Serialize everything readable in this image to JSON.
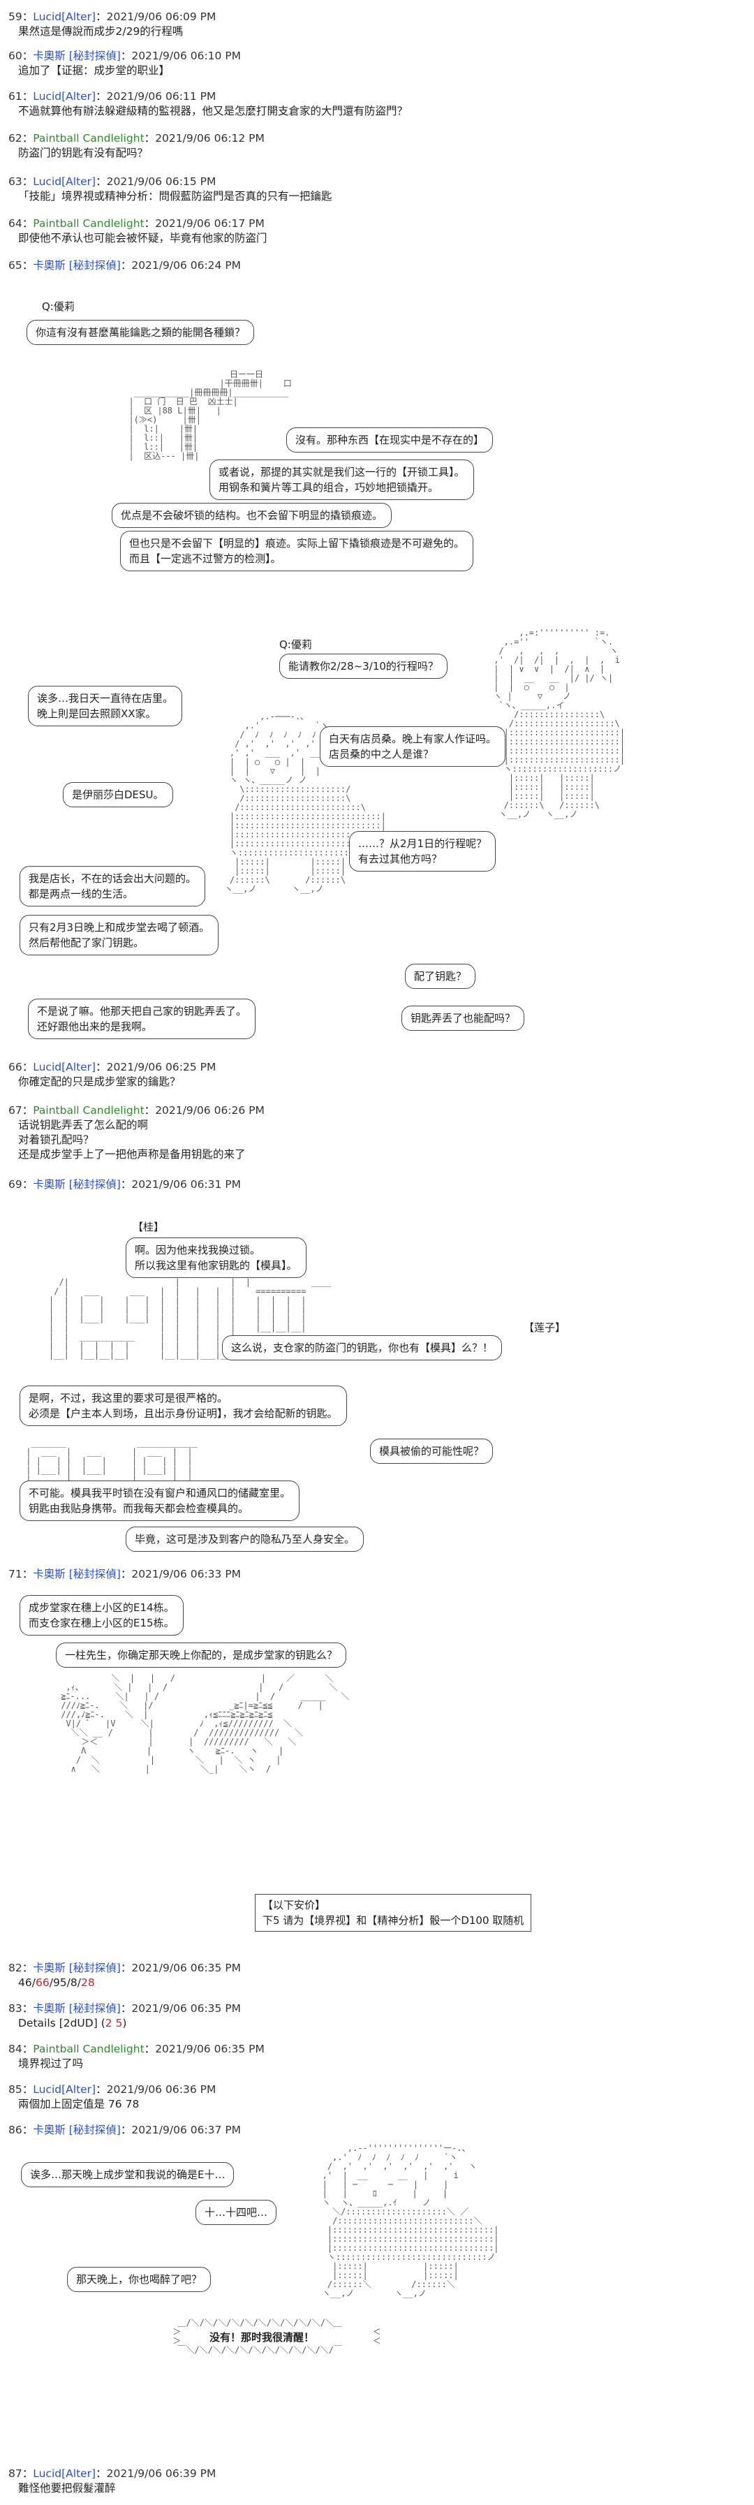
{
  "posts": [
    {
      "num": "59",
      "name": "Lucid",
      "trip": "[Alter]",
      "title": "",
      "date": "2021/9/06 06:09 PM",
      "lines": [
        "果然這是傳說而成步2/29的行程嗎"
      ],
      "color": "blue"
    },
    {
      "num": "60",
      "name": "卡奧斯",
      "trip": "[秘封探偵]",
      "title": "",
      "date": "2021/9/06 06:10 PM",
      "lines": [
        "追加了【证据：成步堂的职业】"
      ],
      "color": "blue"
    },
    {
      "num": "61",
      "name": "Lucid",
      "trip": "[Alter]",
      "title": "",
      "date": "2021/9/06 06:11 PM",
      "lines": [
        "不過就算他有辦法躲避級精的監視器，他又是怎麼打開支倉家的大門還有防盜門？"
      ],
      "color": "blue"
    },
    {
      "num": "62",
      "name": "Paintball Candlelight",
      "trip": "",
      "title": "",
      "date": "2021/9/06 06:12 PM",
      "lines": [
        "防盗门的钥匙有没有配吗？"
      ],
      "color": "green"
    },
    {
      "num": "63",
      "name": "Lucid",
      "trip": "[Alter]",
      "title": "",
      "date": "2021/9/06 06:15 PM",
      "lines": [
        "「技能」境界視或精神分析：問假藍防盜門是否真的只有一把鑰匙"
      ],
      "color": "blue"
    },
    {
      "num": "64",
      "name": "Paintball Candlelight",
      "trip": "",
      "title": "",
      "date": "2021/9/06 06:17 PM",
      "lines": [
        "即使他不承认也可能会被怀疑，毕竟有他家的防盗门"
      ],
      "color": "green"
    },
    {
      "num": "65",
      "name": "卡奧斯",
      "trip": "[秘封探偵]",
      "title": "",
      "date": "2021/9/06 06:24 PM",
      "lines": [],
      "color": "blue"
    },
    {
      "num": "66",
      "name": "Lucid",
      "trip": "[Alter]",
      "title": "",
      "date": "2021/9/06 06:25 PM",
      "lines": [
        "你確定配的只是成步堂家的鑰匙？"
      ],
      "color": "blue"
    },
    {
      "num": "67",
      "name": "Paintball Candlelight",
      "trip": "",
      "title": "",
      "date": "2021/9/06 06:26 PM",
      "lines": [
        "话说钥匙弄丢了怎么配的啊",
        "对着锁孔配吗？",
        "还是成步堂手上了一把他声称是备用钥匙的来了"
      ],
      "color": "green"
    },
    {
      "num": "69",
      "name": "卡奧斯",
      "trip": "[秘封探偵]",
      "title": "",
      "date": "2021/9/06 06:31 PM",
      "lines": [],
      "color": "blue"
    },
    {
      "num": "71",
      "name": "卡奧斯",
      "trip": "[秘封探偵]",
      "title": "",
      "date": "2021/9/06 06:33 PM",
      "lines": [],
      "color": "blue"
    },
    {
      "num": "82",
      "name": "卡奧斯",
      "trip": "[秘封探偵]",
      "title": "",
      "date": "2021/9/06 06:35 PM",
      "lines": [],
      "color": "blue"
    },
    {
      "num": "83",
      "name": "卡奧斯",
      "trip": "[秘封探偵]",
      "title": "",
      "date": "2021/9/06 06:35 PM",
      "lines": [],
      "color": "blue"
    },
    {
      "num": "84",
      "name": "Paintball Candlelight",
      "trip": "",
      "title": "",
      "date": "2021/9/06 06:35 PM",
      "lines": [
        "境界视过了吗"
      ],
      "color": "green"
    },
    {
      "num": "85",
      "name": "Lucid",
      "trip": "[Alter]",
      "title": "",
      "date": "2021/9/06 06:36 PM",
      "lines": [
        "兩個加上固定值是 76 78"
      ],
      "color": "blue"
    },
    {
      "num": "86",
      "name": "卡奧斯",
      "trip": "[秘封探偵]",
      "title": "",
      "date": "2021/9/06 06:37 PM",
      "lines": [],
      "color": "blue"
    },
    {
      "num": "87",
      "name": "Lucid",
      "trip": "[Alter]",
      "title": "",
      "date": "2021/9/06 06:39 PM",
      "lines": [
        "難怪他要把假髮灌醉"
      ],
      "color": "blue"
    }
  ],
  "dice_82": {
    "a": "46",
    "b": "66",
    "c": "95",
    "d": "8",
    "e": "28"
  },
  "dice_83": {
    "label": "Details",
    "dice": "[2dUD]",
    "result": "2 5"
  },
  "scene65": {
    "q1": "Q:優莉",
    "b1": "你這有沒有甚麼萬能鑰匙之類的能開各種鎖？",
    "b2a": "沒有。那种东西【在现实中是不存在的】",
    "b2b": "或者说，那提的其实就是我们这一行的【开锁工具】。",
    "b2c": "用钢条和簧片等工具的组合，巧妙地把锁撬开。",
    "b3": "优点是不会破坏锁的结构。也不会留下明显的撬锁痕迹。",
    "b4a": "但也只是不会留下【明显的】痕迹。实际上留下撬锁痕迹是不可避免的。",
    "b4b": "而且【一定逃不过警方的检测】。",
    "q2": "Q:優莉",
    "b5": "能请教你2/28~3/10的行程吗？",
    "b6a": "诶多…我日天一直待在店里。",
    "b6b": "晚上則是回去照顾XX家。",
    "b7a": "白天有店员桑。晚上有家人作证吗。",
    "b7b": "店员桑的中之人是谁？",
    "b8": "是伊丽莎白DESU。",
    "b9a": "……？从2月1日的行程呢？",
    "b9b": "有去过其他方吗？",
    "b10a": "我是店长，不在的话会出大问题的。",
    "b10b": "都是两点一线的生活。",
    "b11a": "只有2月3日晚上和成步堂去喝了顿酒。",
    "b11b": "然后帮他配了家门钥匙。",
    "b12": "配了钥匙？",
    "b13a": "不是说了嘛。他那天把自己家的钥匙弄丢了。",
    "b13b": "还好跟他出来的是我啊。",
    "b14": "钥匙弄丢了也能配吗？"
  },
  "scene69": {
    "tag1": "【桂】",
    "b1a": "啊。因为他来找我换过锁。",
    "b1b": "所以我这里有他家钥匙的【模具】。",
    "tag2": "【莲子】",
    "b2": "这么说，支仓家的防盗门的钥匙，你也有【模具】么？！",
    "b3a": "是啊，不过，我这里的要求可是很严格的。",
    "b3b": "必须是【户主本人到场，且出示身份证明】，我才会给配新的钥匙。",
    "b4": "模具被偷的可能性呢？",
    "b5a": "不可能。模具我平时锁在没有窗户和通风口的储藏室里。",
    "b5b": "钥匙由我贴身携带。而我每天都会检查模具的。",
    "b6": "毕竟，这可是涉及到客户的隐私乃至人身安全。"
  },
  "scene71": {
    "b1a": "成步堂家在穗上小区的E14栋。",
    "b1b": "而支仓家在穗上小区的E15栋。",
    "b2": "一柱先生，你确定那天晚上你配的，是成步堂家的钥匙么？",
    "box1": "【以下安价】",
    "box2": "下5 请为【境界视】和【精神分析】骰一个D100 取随机"
  },
  "scene86": {
    "b1": "诶多…那天晚上成步堂和我说的确是E十…",
    "b2": "十…十四吧…",
    "b3": "那天晚上，你也喝醉了吧？",
    "b4": "没有！那时我很清醒！"
  }
}
